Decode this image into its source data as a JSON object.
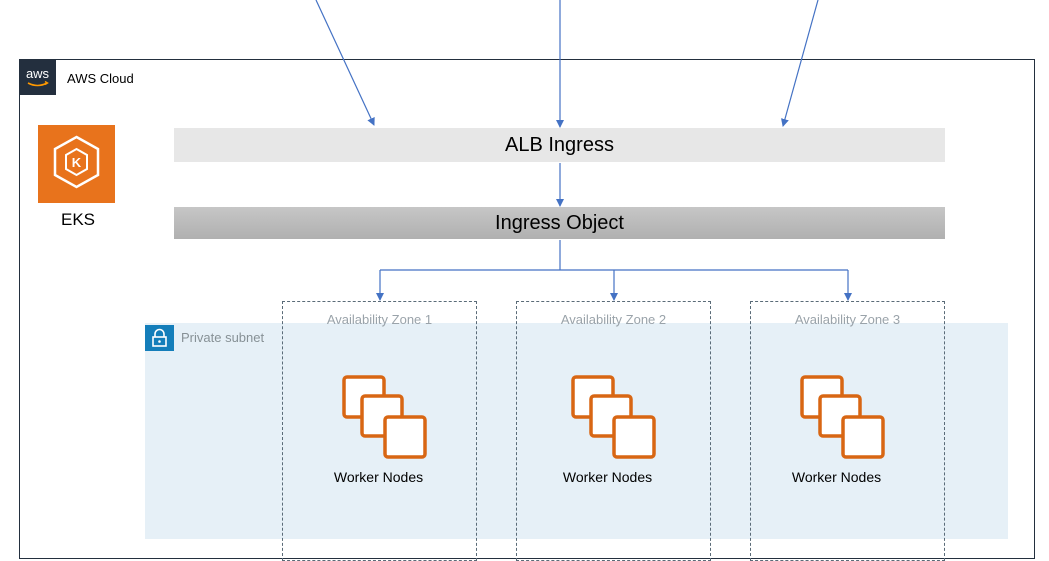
{
  "cloud": {
    "label": "AWS Cloud",
    "logo_text": "aws"
  },
  "eks": {
    "label": "EKS",
    "icon_letter": "K"
  },
  "alb": {
    "label": "ALB Ingress"
  },
  "ingress": {
    "label": "Ingress Object"
  },
  "subnet": {
    "label": "Private subnet"
  },
  "zones": [
    {
      "label": "Availability Zone 1",
      "nodes_label": "Worker Nodes"
    },
    {
      "label": "Availability Zone 2",
      "nodes_label": "Worker Nodes"
    },
    {
      "label": "Availability Zone 3",
      "nodes_label": "Worker Nodes"
    }
  ],
  "colors": {
    "arrow": "#4472c4",
    "aws_dark": "#232f3e",
    "eks_orange": "#e8731c",
    "node_orange": "#d86613",
    "subnet_fill": "#e6f0f7",
    "lock_blue": "#147eba"
  }
}
